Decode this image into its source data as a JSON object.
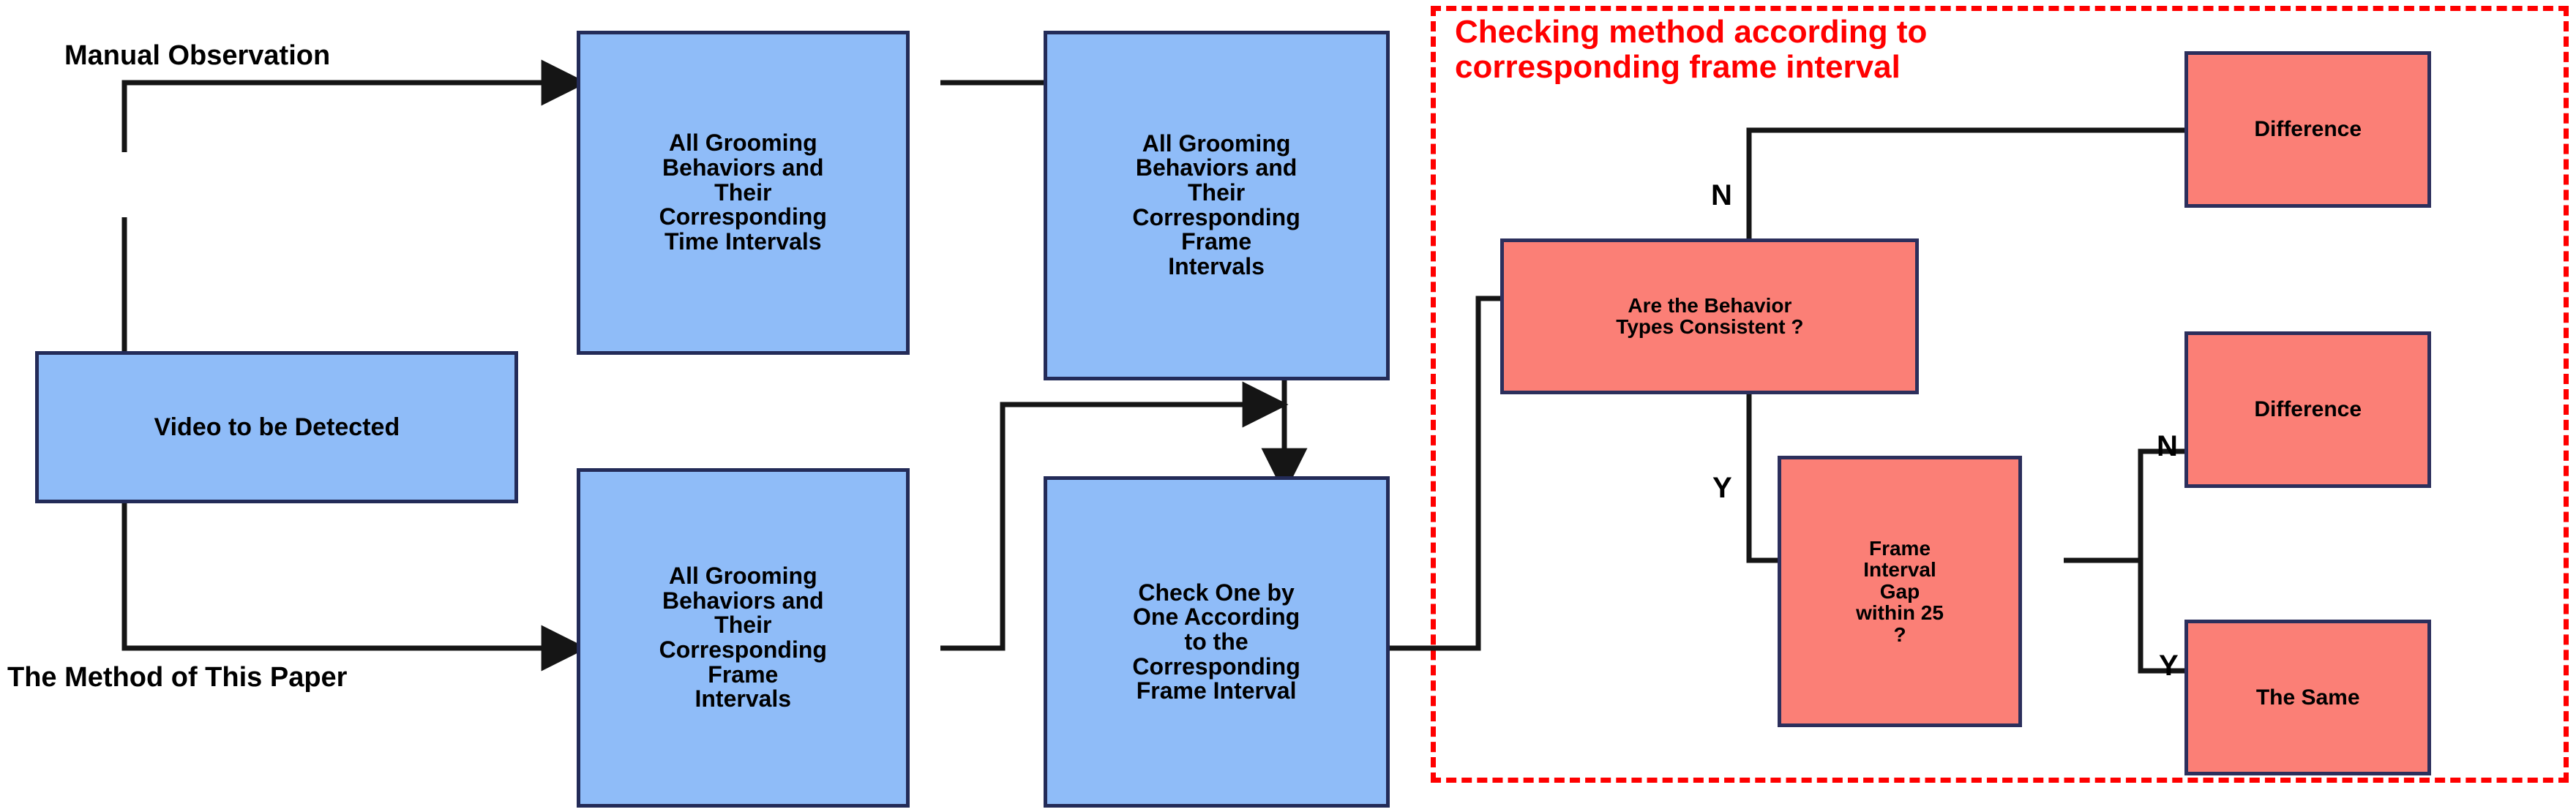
{
  "diagram": {
    "title_visible": false,
    "colors": {
      "blue_fill": "#8fbcf8",
      "blue_border": "#232b58",
      "red_fill": "#fb7f76",
      "red_border": "#2c2f5c",
      "dashed_region": "#ff0000",
      "wire": "#151515",
      "background": "#ffffff"
    },
    "region": {
      "title": "Checking method according to\ncorresponding frame interval"
    },
    "nodes": [
      {
        "id": "video",
        "label": "Video to be Detected"
      },
      {
        "id": "manual_time",
        "label": "All Grooming\nBehaviors and\nTheir\nCorresponding\nTime Intervals"
      },
      {
        "id": "manual_frame",
        "label": "All Grooming\nBehaviors and\nTheir\nCorresponding\nFrame\nIntervals"
      },
      {
        "id": "paper_frame",
        "label": "All Grooming\nBehaviors and\nTheir\nCorresponding\nFrame\nIntervals"
      },
      {
        "id": "check_one",
        "label": "Check One by\nOne According\nto the\nCorresponding\nFrame Interval"
      },
      {
        "id": "behavior_types",
        "label": "Are the Behavior\nTypes Consistent ?"
      },
      {
        "id": "frame_gap",
        "label": "Frame\nInterval\nGap\nwithin 25\n?"
      },
      {
        "id": "diff_top",
        "label": "Difference"
      },
      {
        "id": "diff_mid",
        "label": "Difference"
      },
      {
        "id": "the_same",
        "label": "The Same"
      }
    ],
    "branch_labels": {
      "types_no": "N",
      "types_yes": "Y",
      "gap_no": "N",
      "gap_yes": "Y"
    },
    "source_labels": {
      "manual_observation": "Manual Observation",
      "paper_method": "The Method of This Paper"
    }
  }
}
